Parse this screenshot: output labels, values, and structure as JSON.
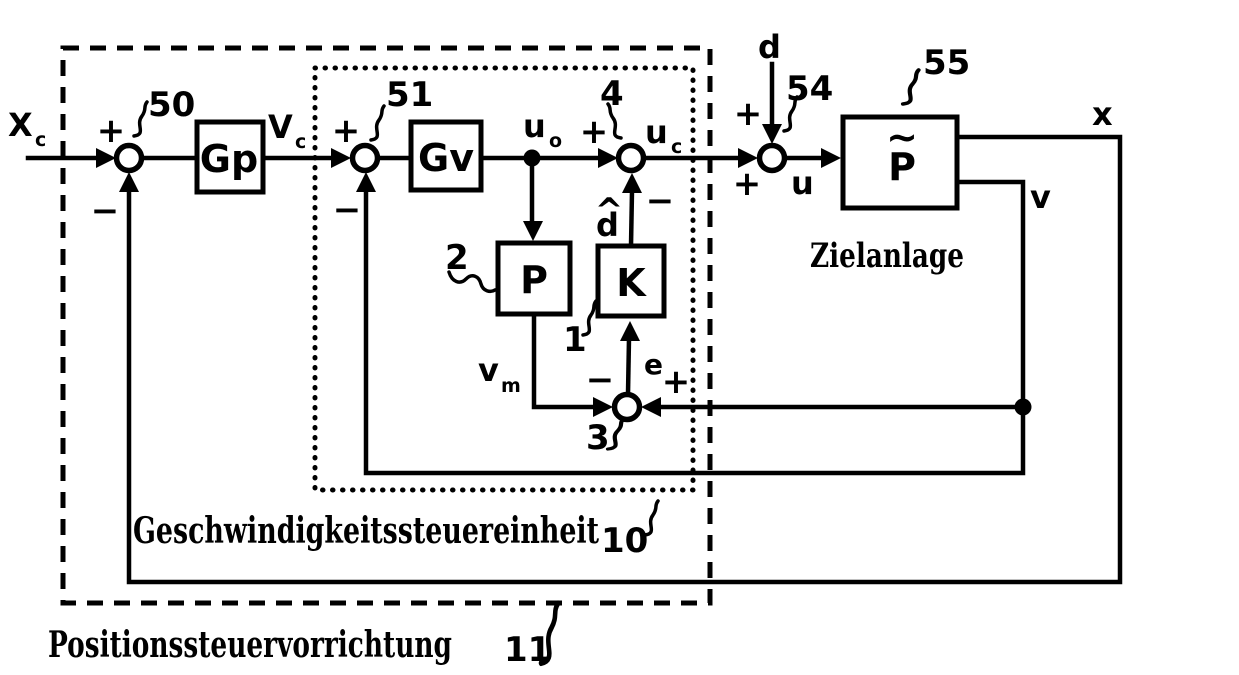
{
  "colors": {
    "ink": "#000000",
    "paper": "#ffffff"
  },
  "diagram": {
    "boxes": {
      "outer": {
        "label": "Positionssteuervorrichtung",
        "ref": "11"
      },
      "inner": {
        "label": "Geschwindigkeitssteuereinheit",
        "ref": "10"
      }
    },
    "plant": {
      "letter": "P",
      "tilde": "~",
      "ref": "55",
      "caption": "Zielanlage"
    },
    "blocks": {
      "gp": {
        "label": "Gp"
      },
      "gv": {
        "label": "Gv"
      },
      "p": {
        "label": "P",
        "ref": "2"
      },
      "k": {
        "label": "K",
        "ref": "1"
      }
    },
    "junctions": {
      "j50": {
        "ref": "50",
        "plus": "+",
        "minus": "−"
      },
      "j51": {
        "ref": "51",
        "plus": "+",
        "minus": "−"
      },
      "j4": {
        "ref": "4",
        "plus": "+",
        "minus": "−"
      },
      "j54": {
        "ref": "54",
        "plus_top": "+",
        "plus_bottom": "+"
      },
      "j3": {
        "ref": "3",
        "minus": "−",
        "plus": "+"
      }
    },
    "signals": {
      "xc": {
        "main": "X",
        "sub": "c"
      },
      "vc": {
        "main": "V",
        "sub": "c"
      },
      "uo": {
        "main": "u",
        "sub": "o"
      },
      "uc": {
        "main": "u",
        "sub": "c"
      },
      "vm": {
        "main": "v",
        "sub": "m"
      },
      "d_disturbance": "d",
      "u": "u",
      "x": "x",
      "v": "v",
      "e": "e",
      "dhat": {
        "main": "d",
        "hat": "^"
      }
    }
  }
}
